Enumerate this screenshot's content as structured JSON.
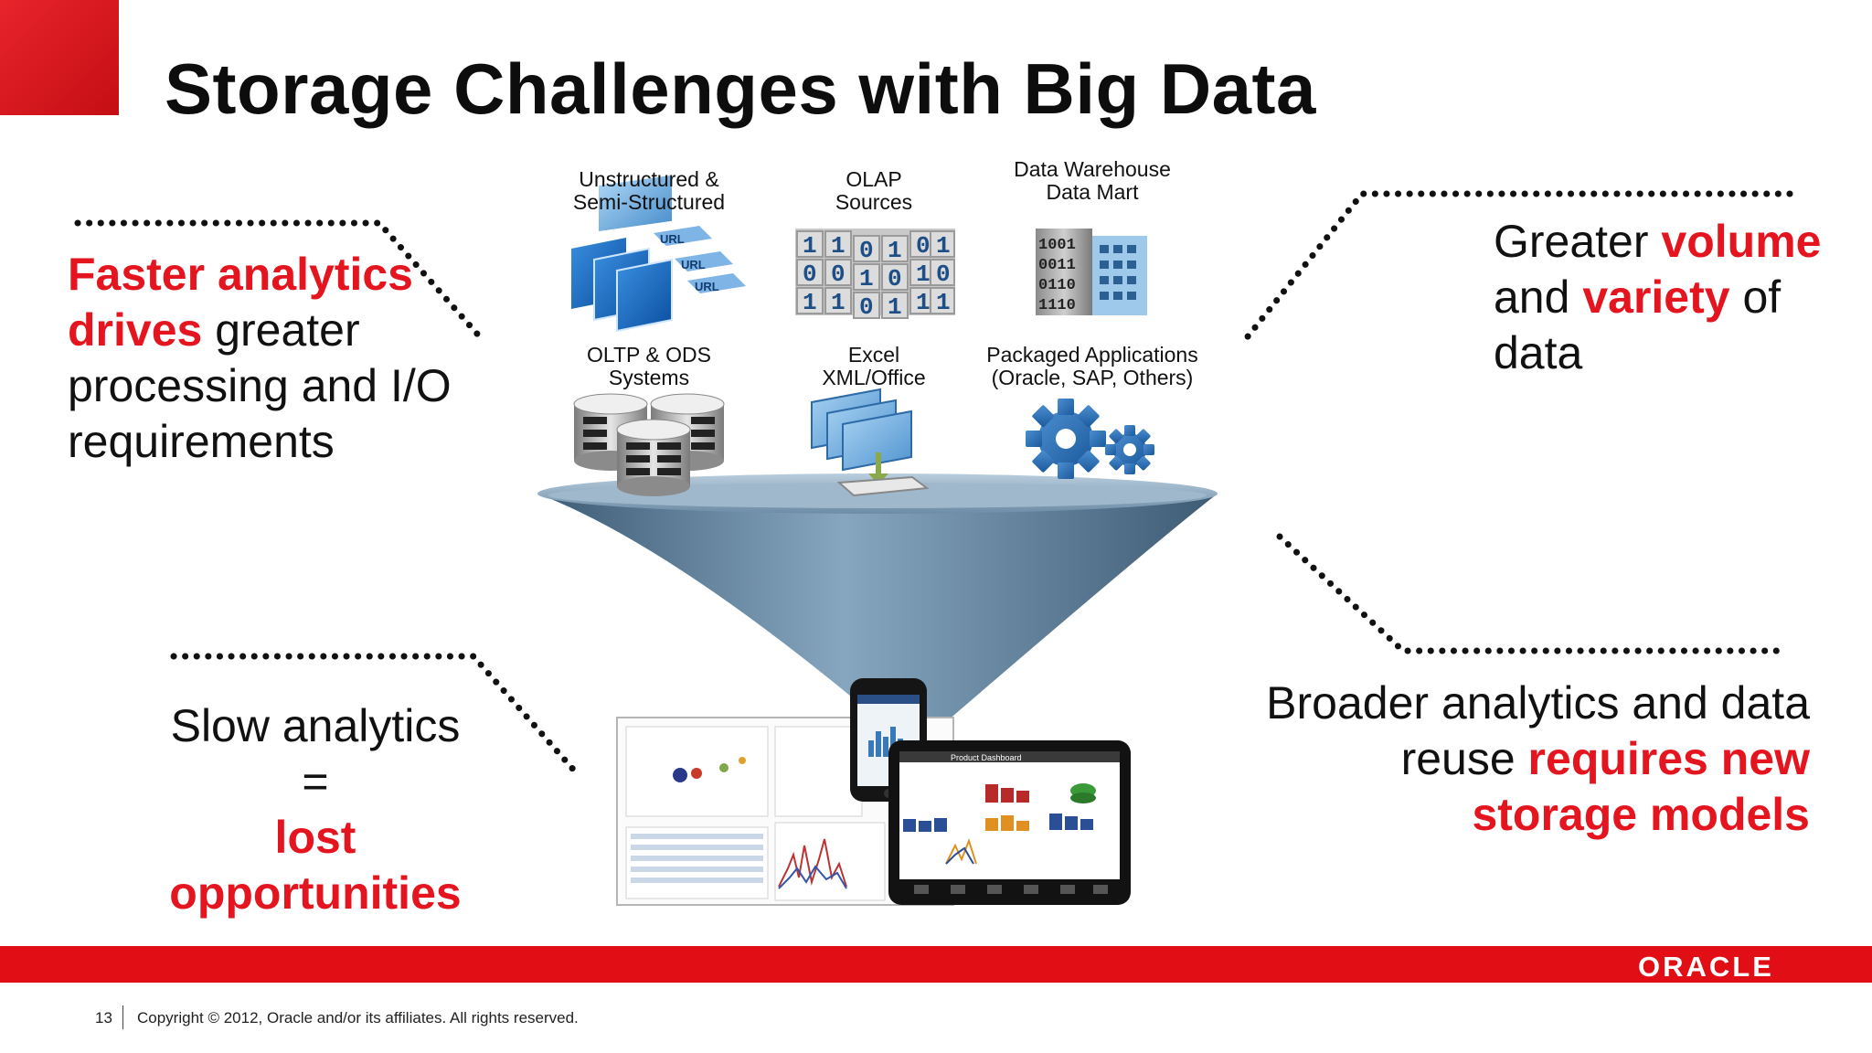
{
  "slide": {
    "title": "Storage Challenges with Big Data",
    "colors": {
      "accent": "#e4151f",
      "footer_bar": "#e10e16",
      "funnel": "#5d7f9c"
    }
  },
  "left_top": {
    "highlight_1": "Faster analytics",
    "highlight_2": "drives",
    "rest_1": " greater",
    "line_3": "processing and I/O",
    "line_4": "requirements"
  },
  "right_top": {
    "word_1": "Greater ",
    "highlight_1": "volume",
    "word_2": "and ",
    "highlight_2": "variety",
    "word_3": " of",
    "line_3": "data"
  },
  "left_bottom": {
    "line_1": "Slow analytics",
    "line_2": "=",
    "highlight_1": "lost",
    "highlight_2": "opportunities"
  },
  "right_bottom": {
    "line_1": "Broader analytics and data",
    "line_2_plain": "reuse ",
    "line_2_highlight": "requires new",
    "line_3_highlight": "storage models"
  },
  "sources": [
    {
      "line1": "Unstructured &",
      "line2": "Semi-Structured",
      "icon": "url-folders-icon"
    },
    {
      "line1": "OLAP",
      "line2": "Sources",
      "icon": "olap-cube-icon"
    },
    {
      "line1": "Data Warehouse",
      "line2": "Data Mart",
      "icon": "binary-building-icon"
    },
    {
      "line1": "OLTP & ODS",
      "line2": "Systems",
      "icon": "database-icon"
    },
    {
      "line1": "Excel",
      "line2": "XML/Office",
      "icon": "file-folders-icon"
    },
    {
      "line1": "Packaged Applications",
      "line2": "(Oracle, SAP, Others)",
      "icon": "gears-icon"
    }
  ],
  "devices": {
    "tablet_title": "Product Dashboard"
  },
  "footer": {
    "brand": "ORACLE",
    "page_number": "13",
    "copyright": "Copyright © 2012, Oracle and/or its affiliates. All rights reserved."
  }
}
